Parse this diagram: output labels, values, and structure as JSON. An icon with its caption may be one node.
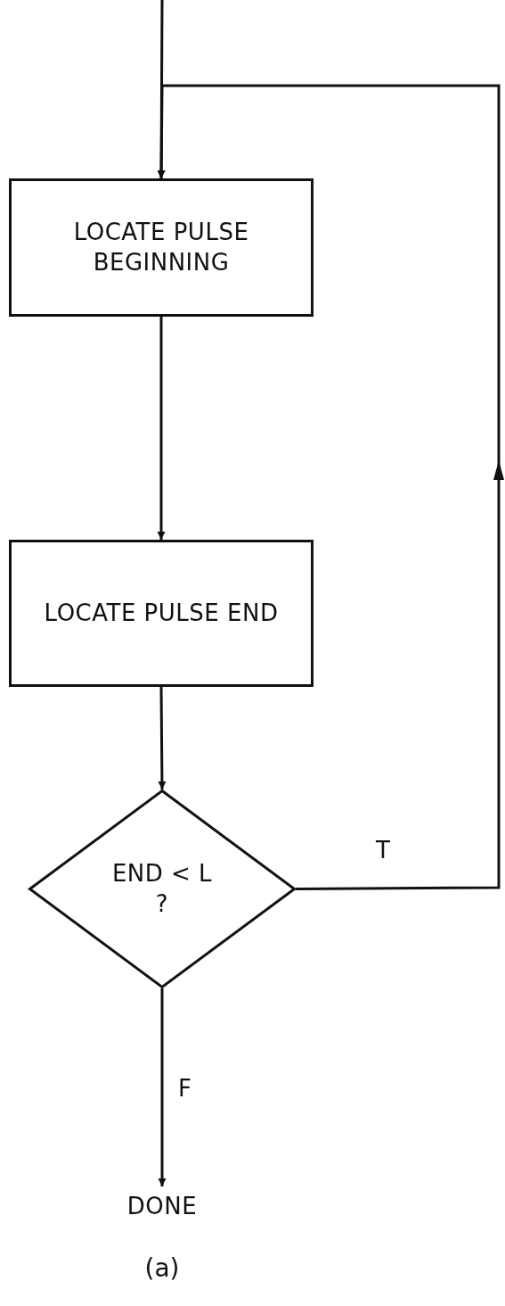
{
  "diagram": {
    "caption": "(a)",
    "nodes": [
      {
        "text": [
          "LOCATE PULSE BEGINNING"
        ]
      },
      {
        "text": [
          "LOCATE PULSE END"
        ]
      },
      {
        "text": [
          "END < L",
          "?"
        ]
      },
      {
        "text": [
          "DONE"
        ]
      }
    ],
    "edges": [
      {
        "from": null,
        "to": 0,
        "arrow": "to"
      },
      {
        "from": 0,
        "to": 1,
        "arrow": "to"
      },
      {
        "from": 1,
        "to": 2,
        "arrow": "to"
      },
      {
        "from": 2,
        "to": 3,
        "label": "F",
        "arrow": "to"
      },
      {
        "from": 2,
        "to": 0,
        "label": "T",
        "arrow": "to"
      }
    ]
  }
}
